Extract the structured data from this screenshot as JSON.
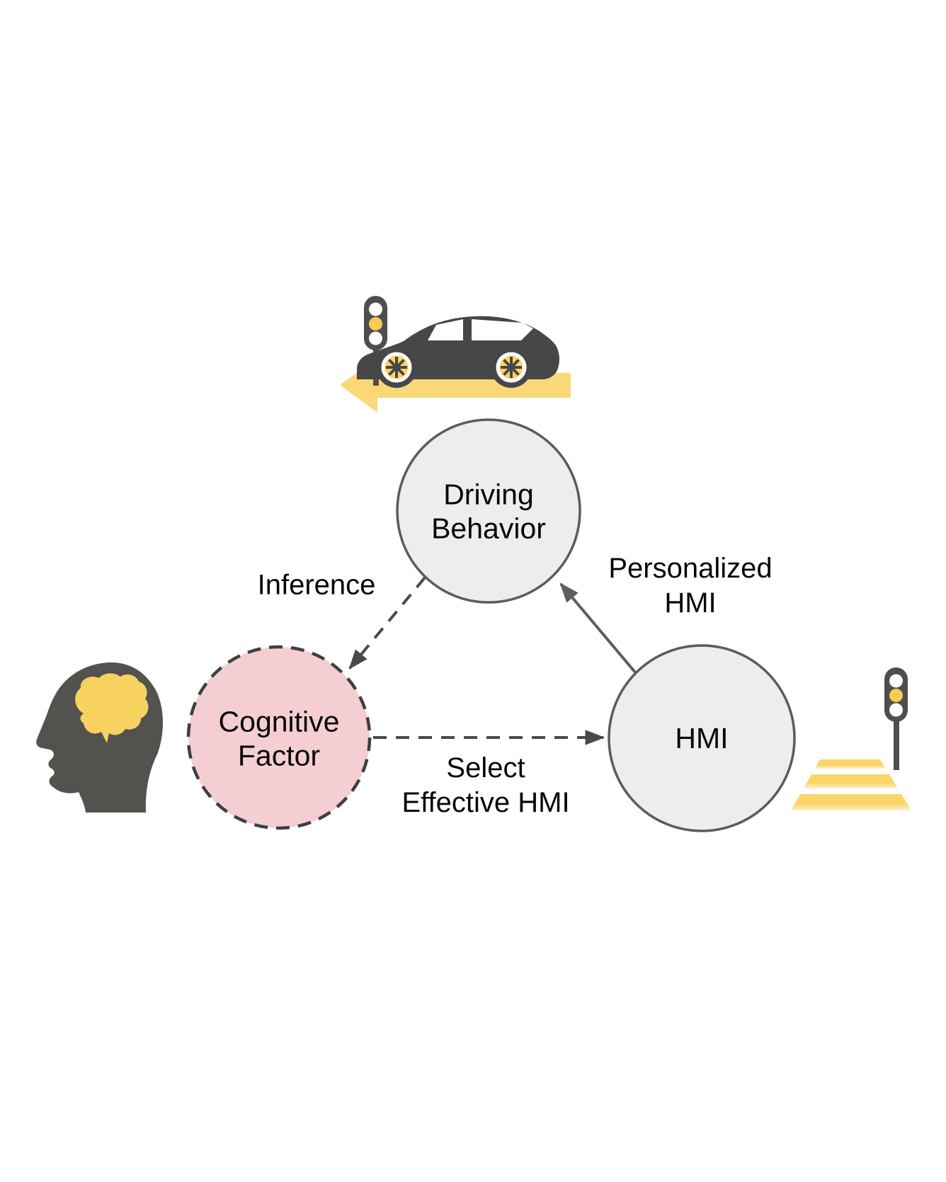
{
  "figure": {
    "background": "#FFFFFF",
    "nodes": {
      "driving_behavior": {
        "label": "Driving\nBehavior",
        "fill": "#EDEDED",
        "border_style": "solid",
        "border_color": "#5C5C5C"
      },
      "cognitive_factor": {
        "label": "Cognitive\nFactor",
        "fill": "#F4CED3",
        "border_style": "dashed",
        "border_color": "#3F3F3F"
      },
      "hmi": {
        "label": "HMI",
        "fill": "#EDEDED",
        "border_style": "solid",
        "border_color": "#5C5C5C"
      }
    },
    "edges": {
      "inference": {
        "label": "Inference",
        "from": "driving_behavior",
        "to": "cognitive_factor",
        "line_style": "dashed"
      },
      "select_effective_hmi": {
        "label": "Select\nEffective HMI",
        "from": "cognitive_factor",
        "to": "hmi",
        "line_style": "dashed"
      },
      "personalized_hmi": {
        "label": "Personalized\nHMI",
        "from": "hmi",
        "to": "driving_behavior",
        "line_style": "solid"
      }
    },
    "icons": {
      "top": [
        "traffic-light-icon",
        "car-icon",
        "left-arrow-road-icon"
      ],
      "left": [
        "head-with-brain-icon"
      ],
      "right": [
        "traffic-light-icon",
        "crosswalk-icon"
      ]
    },
    "colors": {
      "accent_yellow": "#F9D464",
      "icon_dark_gray": "#4E4C49",
      "node_gray": "#EDEDED",
      "node_pink": "#F4CED3",
      "edge_gray": "#4A4A4A",
      "traffic_light_state": "yellow"
    }
  }
}
